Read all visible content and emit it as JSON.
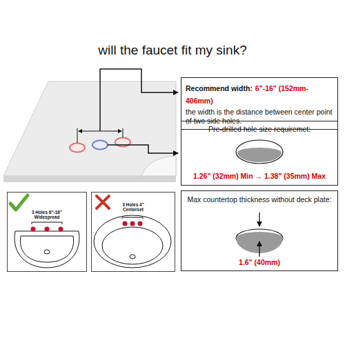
{
  "diagram": {
    "title": "will the faucet fit my sink?",
    "nodes": [
      {
        "text": [
          "Recommend width:",
          "6\"-16\" (152mm-406mm)",
          "the width is the distance between center point of two side holes."
        ]
      },
      {
        "text": [
          "Pre-drilled hole size requiremet:",
          "1.26\" (32mm) Min → 1.38\" (35mm) Max"
        ]
      },
      {
        "text": [
          "Max countertop thickness without deck plate:",
          "1.6\" (40mm)"
        ]
      },
      {
        "text": [
          "3 Holes 6\"-16\" Widespread"
        ]
      },
      {
        "text": [
          "3 Holes 4\" Centerset"
        ]
      }
    ]
  }
}
